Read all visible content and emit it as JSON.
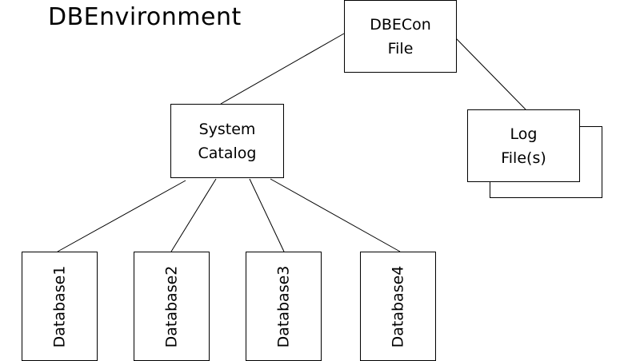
{
  "diagram": {
    "title": "DBEnvironment",
    "nodes": {
      "dbecon": {
        "lines": [
          "DBECon",
          "File"
        ]
      },
      "system_catalog": {
        "lines": [
          "System",
          "Catalog"
        ]
      },
      "log_files": {
        "lines": [
          "Log",
          "File(s)"
        ]
      },
      "databases": [
        "Database1",
        "Database2",
        "Database3",
        "Database4"
      ]
    },
    "edges": [
      {
        "from": "dbecon",
        "to": "system_catalog"
      },
      {
        "from": "dbecon",
        "to": "log_files"
      },
      {
        "from": "system_catalog",
        "to": "database1"
      },
      {
        "from": "system_catalog",
        "to": "database2"
      },
      {
        "from": "system_catalog",
        "to": "database3"
      },
      {
        "from": "system_catalog",
        "to": "database4"
      }
    ]
  }
}
